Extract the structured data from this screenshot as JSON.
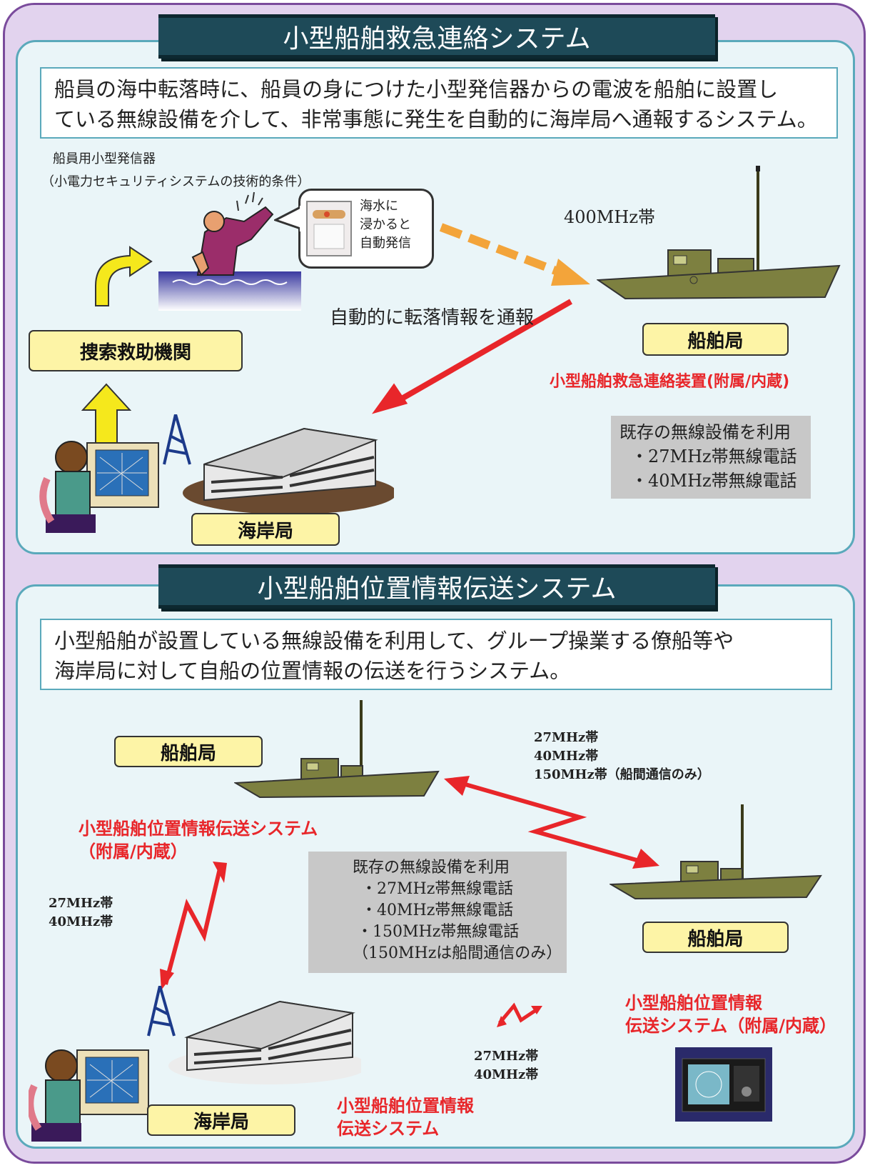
{
  "section1": {
    "title": "小型船舶救急連絡システム",
    "desc_line1": "船員の海中転落時に、船員の身につけた小型発信器からの電波を船舶に設置し",
    "desc_line2": "ている無線設備を介して、非常事態に発生を自動的に海岸局へ通報するシステム。",
    "transmitter_label": "船員用小型発信器",
    "transmitter_sub": "（小電力セキュリティシステムの技術的条件）",
    "bubble_line1": "海水に",
    "bubble_line2": "浸かると",
    "bubble_line3": "自動発信",
    "band_400": "400MHz帯",
    "auto_report": "自動的に転落情報を通報",
    "search_rescue": "捜索救助機関",
    "ship_station": "船舶局",
    "ship_device": "小型船舶救急連絡装置(附属/内蔵)",
    "coast_station": "海岸局",
    "existing_title": "既存の無線設備を利用",
    "existing_items": [
      "・27MHz帯無線電話",
      "・40MHz帯無線電話"
    ]
  },
  "section2": {
    "title": "小型船舶位置情報伝送システム",
    "desc_line1": "小型船舶が設置している無線設備を利用して、グループ操業する僚船等や",
    "desc_line2": "海岸局に対して自船の位置情報の伝送を行うシステム。",
    "ship_station_left": "船舶局",
    "ship_station_right": "船舶局",
    "coast_station": "海岸局",
    "ship_system_line1": "小型船舶位置情報伝送システム",
    "ship_system_line2": "（附属/内蔵）",
    "bands_top": [
      "27MHz帯",
      "40MHz帯",
      "150MHz帯（船間通信のみ）"
    ],
    "bands_left": [
      "27MHz帯",
      "40MHz帯"
    ],
    "bands_bottom": [
      "27MHz帯",
      "40MHz帯"
    ],
    "existing_title": "既存の無線設備を利用",
    "existing_items": [
      "・27MHz帯無線電話",
      "・40MHz帯無線電話",
      "・150MHz帯無線電話",
      "（150MHzは船間通信のみ）"
    ],
    "right_system_line1": "小型船舶位置情報",
    "right_system_line2": "伝送システム（附属/内蔵）",
    "coast_system_line1": "小型船舶位置情報",
    "coast_system_line2": "伝送システム"
  },
  "colors": {
    "frame": "#7a4b9c",
    "banner": "#1e4a58",
    "panel_border": "#5aa9bb",
    "label_bg": "#fdf4a6",
    "red": "#e8262a",
    "ship_hull": "#7d8040"
  }
}
